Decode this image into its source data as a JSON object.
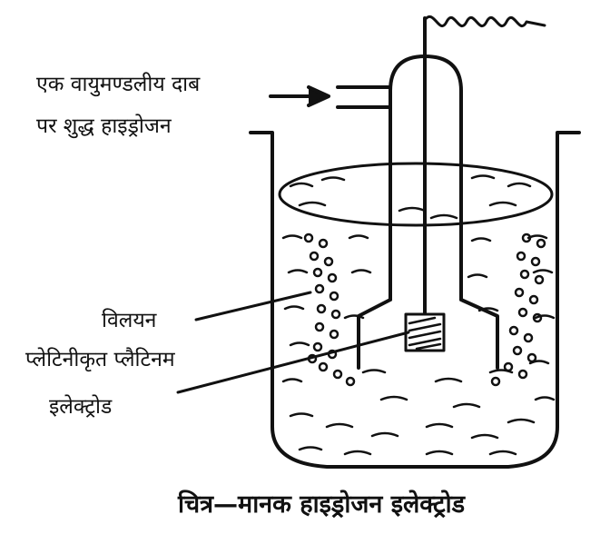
{
  "labels": {
    "hydrogen_line1": "एक वायुमण्डलीय दाब",
    "hydrogen_line2": "पर शुद्ध हाइड्रोजन",
    "solution": "विलयन",
    "electrode_line1": "प्लेटिनीकृत प्लैटिनम",
    "electrode_line2": "इलेक्ट्रोड"
  },
  "caption": "चित्र—मानक हाइड्रोजन इलेक्ट्रोड",
  "colors": {
    "ink": "#111111",
    "paper": "#ffffff"
  }
}
